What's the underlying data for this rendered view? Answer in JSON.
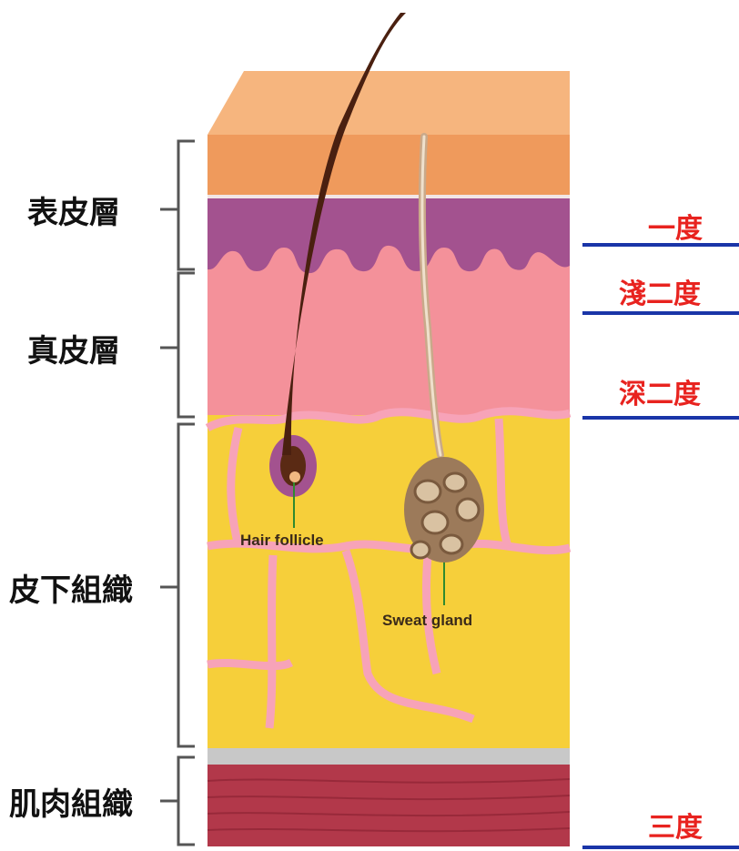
{
  "layers": {
    "epidermis": "表皮層",
    "dermis": "真皮層",
    "subcutaneous": "皮下組織",
    "muscle": "肌肉組織"
  },
  "burn_degrees": {
    "first": "一度",
    "superficial_second": "淺二度",
    "deep_second": "深二度",
    "third": "三度"
  },
  "structures": {
    "hair_follicle": "Hair follicle",
    "sweat_gland": "Sweat gland"
  },
  "colors": {
    "burn_label": "#e8231f",
    "burn_line": "#1a35a8",
    "bracket": "#555555",
    "skin_top": "#f6b57e",
    "epidermis_orange": "#ef9a5c",
    "epidermis_purple": "#a3528f",
    "dermis": "#f4919a",
    "fat": "#f6cf3a",
    "fat_septa": "#f7a3b8",
    "fascia": "#c8c8c8",
    "muscle": "#b2384a",
    "hair": "#4a2010"
  }
}
